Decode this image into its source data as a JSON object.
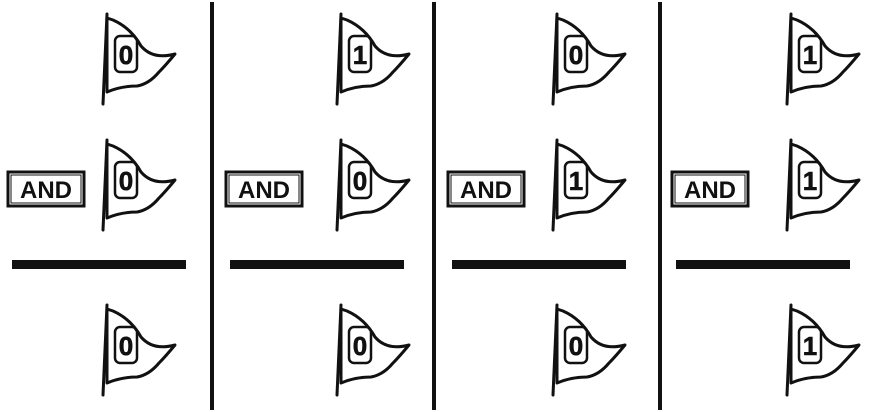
{
  "diagram": {
    "operator_label": "AND",
    "columns": [
      {
        "input_a": "0",
        "input_b": "0",
        "result": "0"
      },
      {
        "input_a": "1",
        "input_b": "0",
        "result": "0"
      },
      {
        "input_a": "0",
        "input_b": "1",
        "result": "0"
      },
      {
        "input_a": "1",
        "input_b": "1",
        "result": "1"
      }
    ]
  }
}
